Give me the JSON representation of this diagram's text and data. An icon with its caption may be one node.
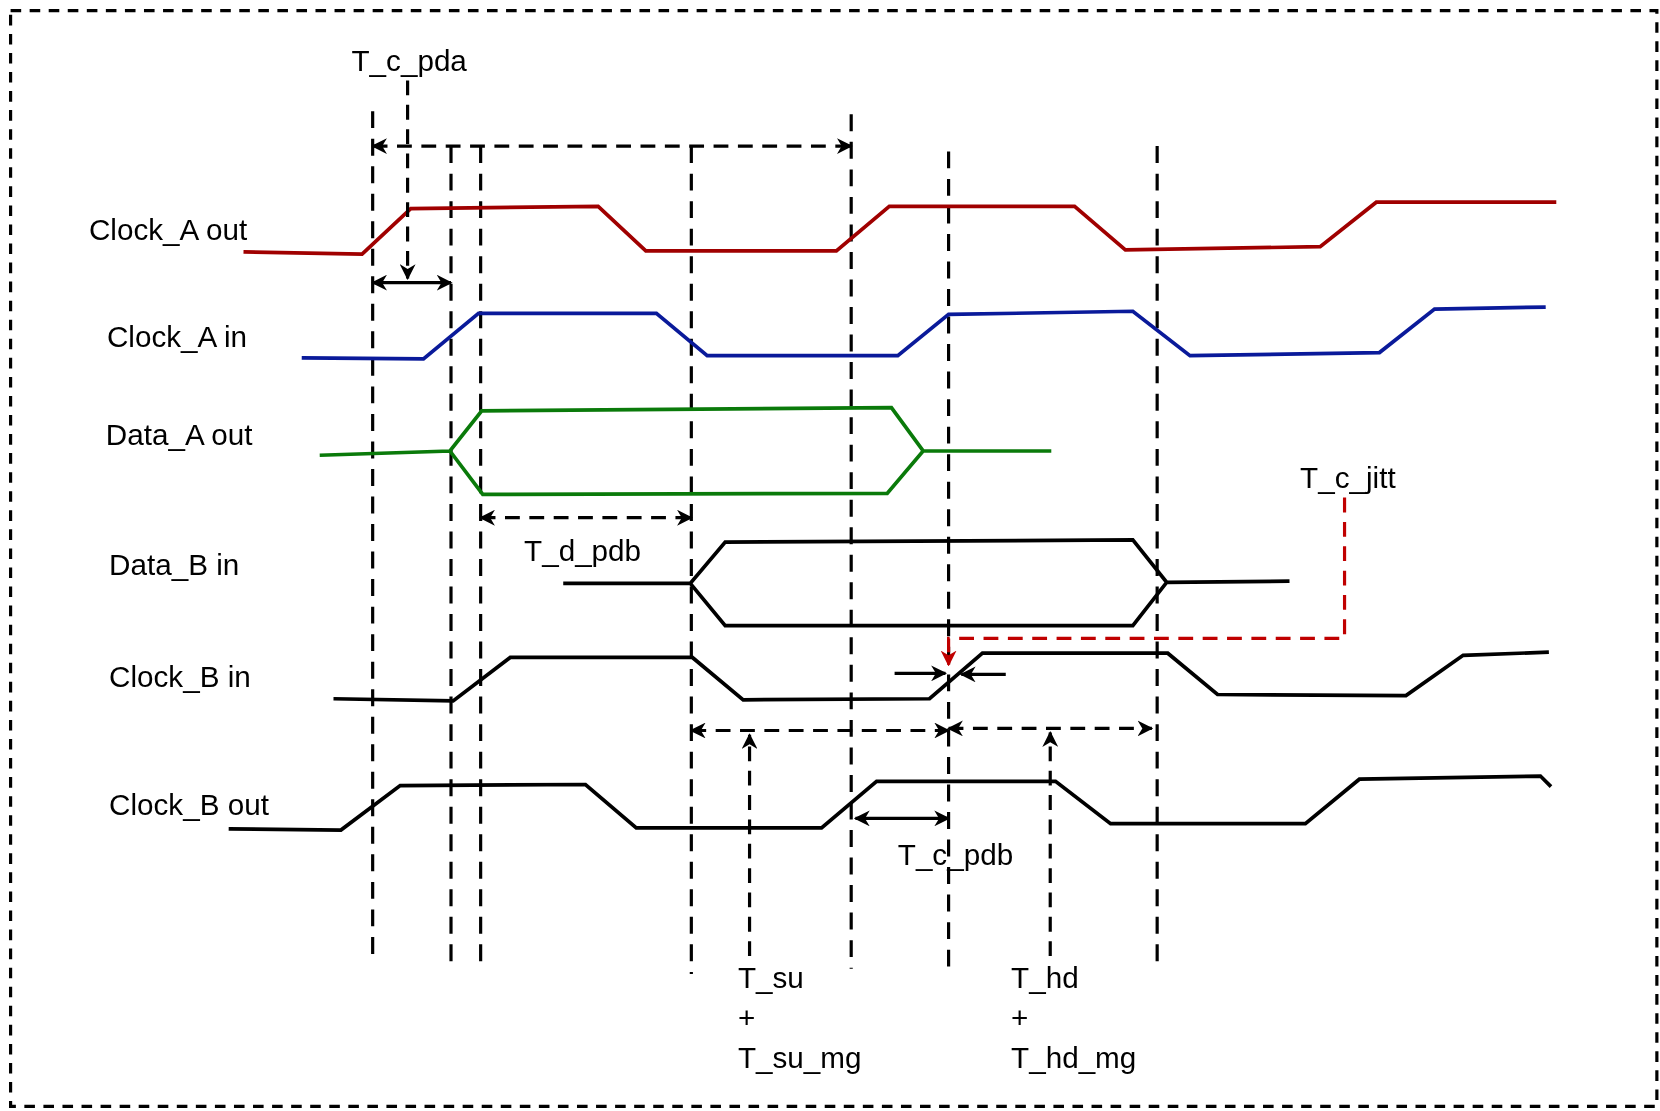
{
  "diagram": {
    "nodes": [
      {
        "text": [
          "T_c_pda"
        ]
      },
      {
        "text": [
          "T_c_jitt"
        ]
      },
      {
        "text": [
          "T_su + T_su_mg"
        ]
      },
      {
        "text": [
          "T_hd + T_hd_mg"
        ]
      },
      {
        "text": [],
        "shape": "line"
      },
      {
        "text": [],
        "shape": "line"
      },
      {
        "text": [],
        "shape": "line"
      }
    ],
    "edges": [
      {
        "from": 0,
        "to": 4,
        "arrow": "to",
        "style": "dashed"
      },
      {
        "from": 1,
        "to": null,
        "arrow": "to",
        "style": "dashed",
        "color": "#c00000"
      },
      {
        "from": 2,
        "to": 5,
        "arrow": "to",
        "style": "dashed"
      },
      {
        "from": 3,
        "to": 6,
        "arrow": "to",
        "style": "dashed"
      }
    ],
    "labels": [
      "Clock_A out",
      "Clock_A in",
      "Data_A out",
      "T_d_pdb",
      "Data_B in",
      "Clock_B in",
      "Clock_B out",
      "T_c_pdb"
    ]
  }
}
